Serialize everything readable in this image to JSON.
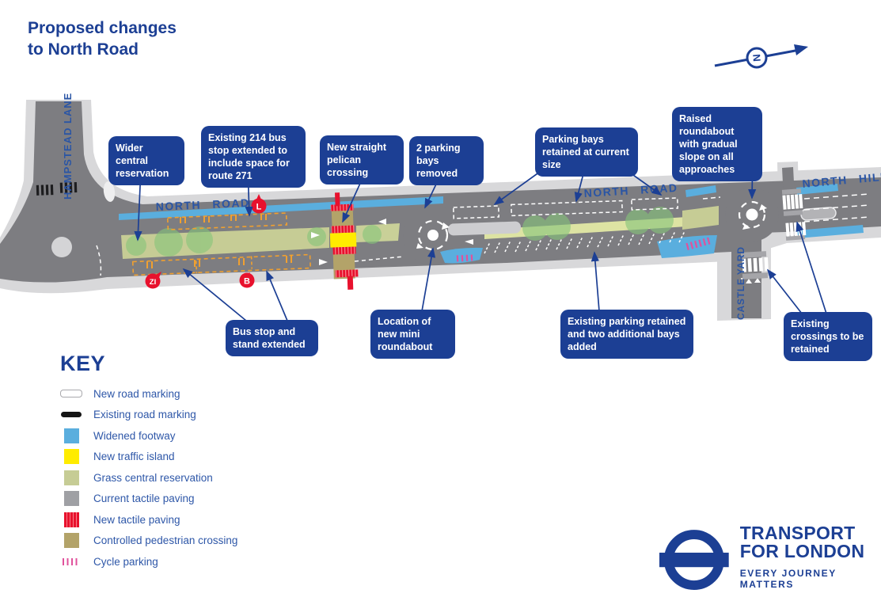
{
  "title": {
    "line1": "Proposed changes",
    "line2": "to North Road"
  },
  "compass": {
    "letter": "N"
  },
  "map": {
    "road_labels": {
      "hampstead_lane": "HAMPSTEAD LANE",
      "north_road_west": "NORTH ROAD",
      "north_road_east": "NORTH ROAD",
      "north_hill": "NORTH HILL",
      "castle_yard": "CASTLE YARD"
    },
    "bus_stop_markers": {
      "l": "L",
      "zi": "ZI",
      "b": "B"
    }
  },
  "callouts": [
    {
      "id": "wider-central-reservation",
      "text": "Wider central reservation"
    },
    {
      "id": "existing-214-bus-stop",
      "text": "Existing 214 bus stop extended to include space for route 271"
    },
    {
      "id": "new-pelican-crossing",
      "text": "New straight pelican crossing"
    },
    {
      "id": "parking-bays-removed",
      "text": "2 parking bays removed"
    },
    {
      "id": "parking-bays-retained",
      "text": "Parking bays retained at current size"
    },
    {
      "id": "raised-roundabout",
      "text": "Raised roundabout with gradual slope on all approaches"
    },
    {
      "id": "bus-stop-stand-extended",
      "text": "Bus stop and stand extended"
    },
    {
      "id": "new-mini-roundabout",
      "text": "Location of new mini roundabout"
    },
    {
      "id": "existing-parking-retained",
      "text": "Existing parking retained and two additional bays added"
    },
    {
      "id": "existing-crossings-retained",
      "text": "Existing crossings to be retained"
    }
  ],
  "key": {
    "heading": "KEY",
    "items": [
      {
        "icon": "new-road-marking",
        "label": "New road marking"
      },
      {
        "icon": "existing-road-marking",
        "label": "Existing road marking"
      },
      {
        "icon": "widened-footway",
        "label": "Widened footway",
        "color": "#5aaede"
      },
      {
        "icon": "new-traffic-island",
        "label": "New traffic island",
        "color": "#ffec00"
      },
      {
        "icon": "grass-central-reservation",
        "label": "Grass central reservation",
        "color": "#c6cc95"
      },
      {
        "icon": "current-tactile-paving",
        "label": "Current tactile paving",
        "color": "#9fa0a4"
      },
      {
        "icon": "new-tactile-paving",
        "label": "New tactile paving",
        "color": "#e8112d"
      },
      {
        "icon": "controlled-pedestrian-crossing",
        "label": "Controlled pedestrian crossing",
        "color": "#b3a369"
      },
      {
        "icon": "cycle-parking",
        "label": "Cycle parking",
        "color": "#e0529c"
      }
    ]
  },
  "logo": {
    "line1": "TRANSPORT",
    "line2": "FOR LONDON",
    "tagline": "EVERY JOURNEY MATTERS"
  },
  "colors": {
    "tfl_blue": "#1c3f94",
    "road_grey": "#7d7d81",
    "pavement_grey": "#d8d8da",
    "footway_blue": "#5aaede",
    "traffic_island_yellow": "#ffec00",
    "grass_green": "#c6cc95",
    "tactile_red": "#e8112d",
    "crossing_tan": "#b3a369",
    "cycle_pink": "#e0529c",
    "bus_marking_orange": "#f0a030"
  }
}
